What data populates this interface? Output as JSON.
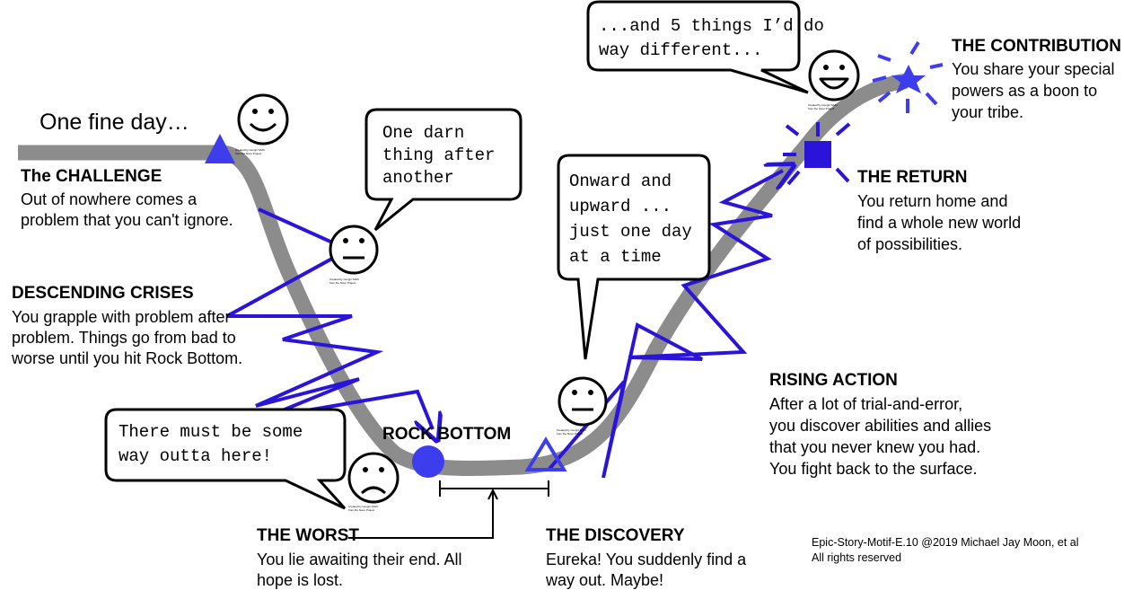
{
  "start_label": "One fine day…",
  "stages": {
    "challenge": {
      "title": "The CHALLENGE",
      "lines": [
        "Out of nowhere comes a",
        "problem that you can't ignore."
      ]
    },
    "crises": {
      "title": "DESCENDING CRISES",
      "lines": [
        "You grapple with problem after",
        "problem. Things go from bad to",
        "worse until you hit Rock Bottom."
      ]
    },
    "rock_bottom": {
      "title": "ROCK BOTTOM"
    },
    "worst": {
      "title": "THE WORST",
      "lines": [
        "You lie awaiting their end. All",
        "hope is lost."
      ]
    },
    "discovery": {
      "title": "THE DISCOVERY",
      "lines": [
        "Eureka! You suddenly find a",
        "way out. Maybe!"
      ]
    },
    "rising": {
      "title": "RISING ACTION",
      "lines": [
        "After a lot of trial-and-error,",
        "you discover abilities and allies",
        "that you never knew you had.",
        "You fight back to the surface."
      ]
    },
    "return": {
      "title": "THE RETURN",
      "lines": [
        "You return home and",
        "find a whole new world",
        "of possibilities."
      ]
    },
    "contribution": {
      "title": "THE CONTRIBUTION",
      "lines": [
        "You share your special",
        "powers as a boon to",
        "your tribe."
      ]
    }
  },
  "bubbles": {
    "darn": [
      "One darn",
      "thing after",
      "another"
    ],
    "onward": [
      "Onward and",
      "upward ...",
      "just one day",
      "at a time"
    ],
    "outta": [
      "There must be some",
      "way outta here!"
    ],
    "things": [
      "...and 5 things I’d do",
      "way different..."
    ]
  },
  "face_credit": [
    "Created by Cengiz SARI",
    "from the Noun Project"
  ],
  "credit": [
    "Epic-Story-Motif-E.10 @2019 Michael Jay Moon, et al",
    "All rights reserved"
  ],
  "colors": {
    "path": "#8c8c8c",
    "accent": "#3d3dee",
    "zigzag": "#2b14d9",
    "ink": "#000000"
  },
  "icons": [
    "triangle-marker-icon",
    "circle-marker-icon",
    "square-burst-icon",
    "star-burst-icon",
    "smiley-happy-icon",
    "smiley-neutral-icon",
    "smiley-sad-icon",
    "smiley-grin-icon"
  ]
}
